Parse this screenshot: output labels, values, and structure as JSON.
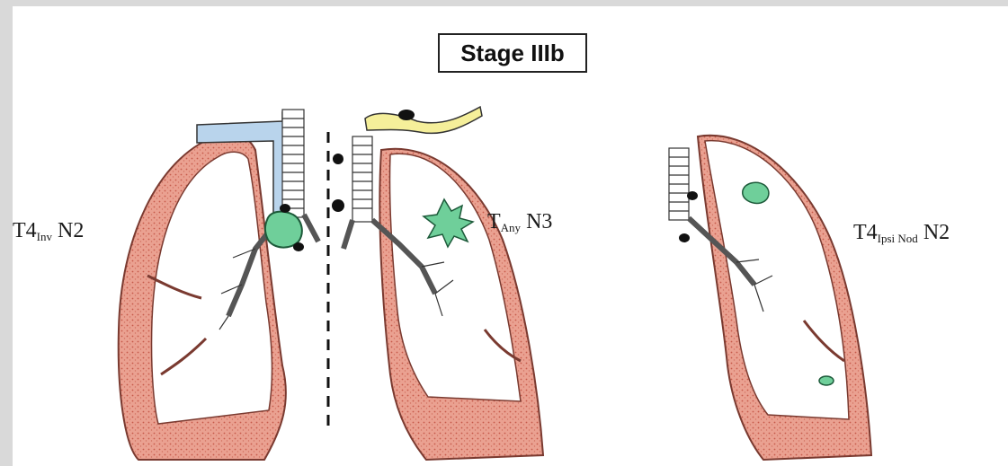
{
  "title": "Stage IIIb",
  "panels": [
    {
      "t": "T4",
      "t_sub": "Inv",
      "n": "N2"
    },
    {
      "t": "T",
      "t_sub": "Any",
      "n": "N3"
    },
    {
      "t": "T4",
      "t_sub": "Ipsi Nod",
      "n": "N2"
    }
  ],
  "colors": {
    "pleura": "#e48a79",
    "pleura_stipple": "#c65a4a",
    "tumor": "#6fcf9a",
    "vessel": "#b9d4ec",
    "bone": "#f5ef9a",
    "node": "#111111"
  }
}
